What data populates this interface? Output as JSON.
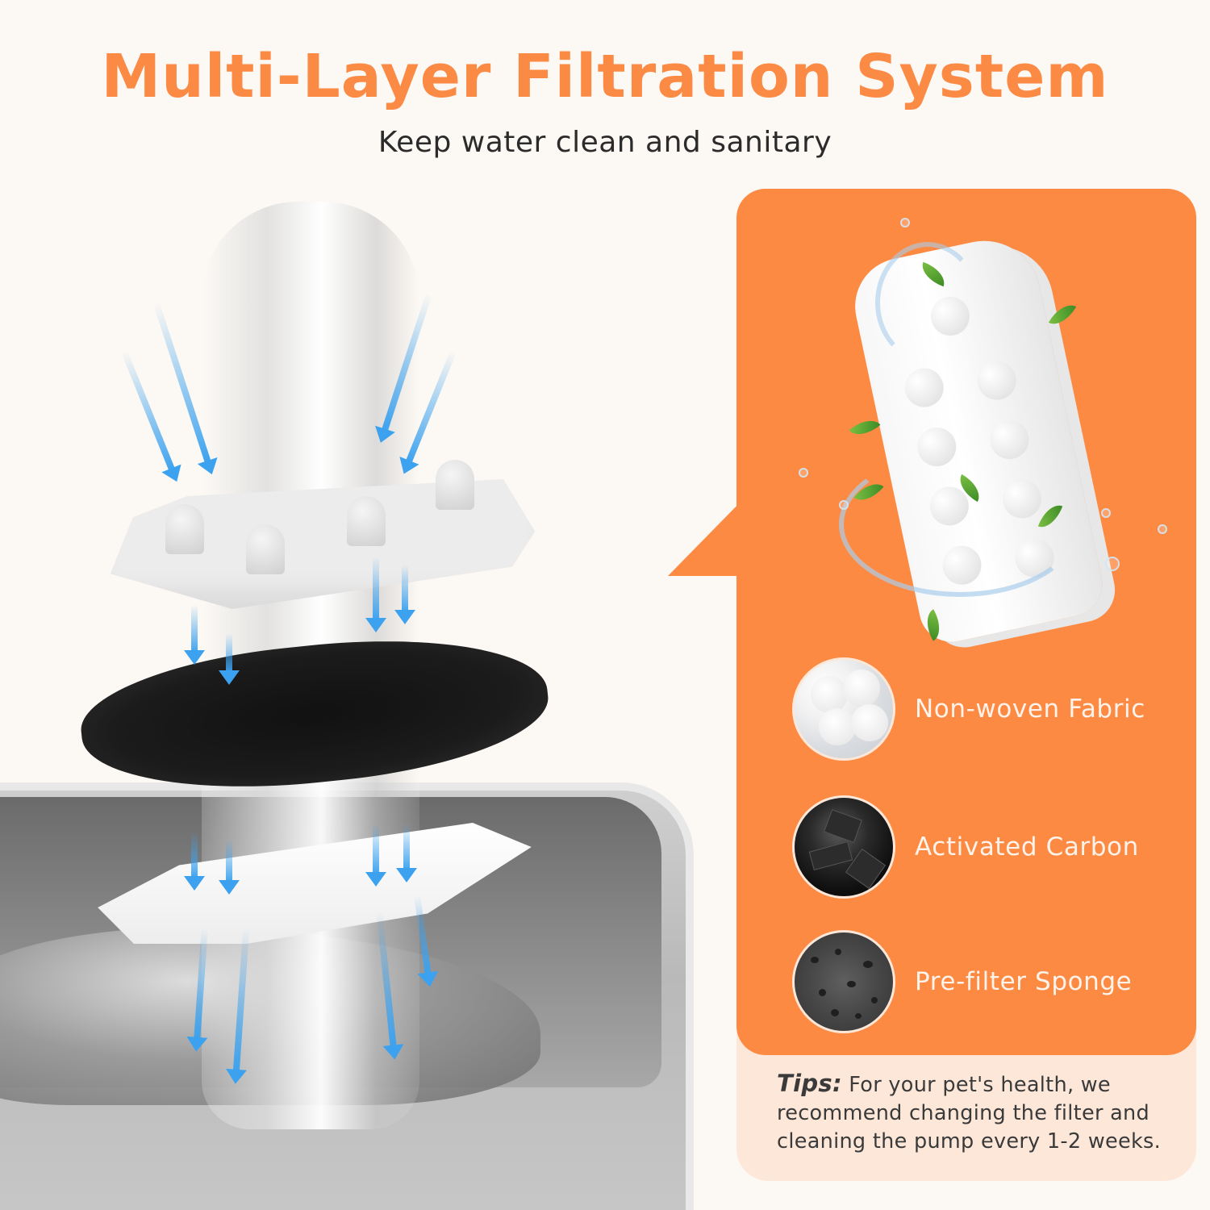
{
  "header": {
    "title": "Multi-Layer Filtration System",
    "subtitle": "Keep water clean and sanitary"
  },
  "colors": {
    "accent_orange": "#fd8a43",
    "title_orange": "#fb8a45",
    "tips_background": "#fde7d9",
    "page_background": "#fcf8f3",
    "arrow_blue": "#3ca2ef"
  },
  "illustration": {
    "description": "Water flowing through pre-filter sponge, activated carbon and non-woven fabric layers into a stainless steel bowl",
    "layers": [
      "pre-filter-sponge",
      "activated-carbon",
      "non-woven-fabric"
    ]
  },
  "features": [
    {
      "icon": "cotton-icon",
      "label": "Non-woven Fabric"
    },
    {
      "icon": "carbon-icon",
      "label": "Activated Carbon"
    },
    {
      "icon": "sponge-icon",
      "label": "Pre-filter Sponge"
    }
  ],
  "tips": {
    "label": "Tips:",
    "text": "For your pet's health, we recommend changing the filter and cleaning the pump every 1-2 weeks."
  }
}
